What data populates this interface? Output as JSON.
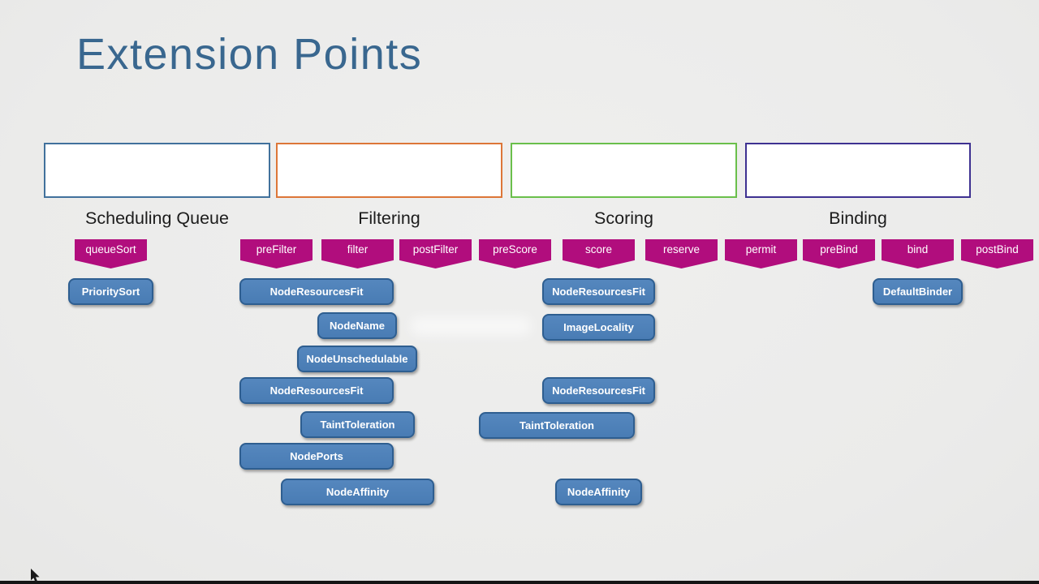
{
  "slide": {
    "title": "Extension Points"
  },
  "phases": [
    {
      "label": "Scheduling Queue",
      "border_color": "#41719c"
    },
    {
      "label": "Filtering",
      "border_color": "#dd7638"
    },
    {
      "label": "Scoring",
      "border_color": "#6abf4b"
    },
    {
      "label": "Binding",
      "border_color": "#3e3191"
    }
  ],
  "extension_points": [
    {
      "label": "queueSort",
      "phase": "Scheduling Queue"
    },
    {
      "label": "preFilter",
      "phase": "Filtering"
    },
    {
      "label": "filter",
      "phase": "Filtering"
    },
    {
      "label": "postFilter",
      "phase": "Filtering"
    },
    {
      "label": "preScore",
      "phase": "Scoring"
    },
    {
      "label": "score",
      "phase": "Scoring"
    },
    {
      "label": "reserve",
      "phase": "Scoring"
    },
    {
      "label": "permit",
      "phase": "Binding"
    },
    {
      "label": "preBind",
      "phase": "Binding"
    },
    {
      "label": "bind",
      "phase": "Binding"
    },
    {
      "label": "postBind",
      "phase": "Binding"
    }
  ],
  "plugins": [
    {
      "label": "PrioritySort",
      "column": "Scheduling Queue"
    },
    {
      "label": "NodeResourcesFit",
      "column": "Filtering"
    },
    {
      "label": "NodeName",
      "column": "Filtering"
    },
    {
      "label": "NodeUnschedulable",
      "column": "Filtering"
    },
    {
      "label": "NodeResourcesFit",
      "column": "Filtering"
    },
    {
      "label": "TaintToleration",
      "column": "Filtering"
    },
    {
      "label": "NodePorts",
      "column": "Filtering"
    },
    {
      "label": "NodeAffinity",
      "column": "Filtering"
    },
    {
      "label": "NodeResourcesFit",
      "column": "Scoring"
    },
    {
      "label": "ImageLocality",
      "column": "Scoring"
    },
    {
      "label": "NodeResourcesFit",
      "column": "Scoring"
    },
    {
      "label": "TaintToleration",
      "column": "Scoring"
    },
    {
      "label": "NodeAffinity",
      "column": "Scoring"
    },
    {
      "label": "DefaultBinder",
      "column": "Binding"
    }
  ],
  "colors": {
    "background": "#ececec",
    "title_text": "#39678f",
    "ribbon_fill": "#b10d7d",
    "plugin_fill": "#4d82ba",
    "plugin_border": "#2e5e90",
    "phase_label_text": "#1c1c1c"
  }
}
